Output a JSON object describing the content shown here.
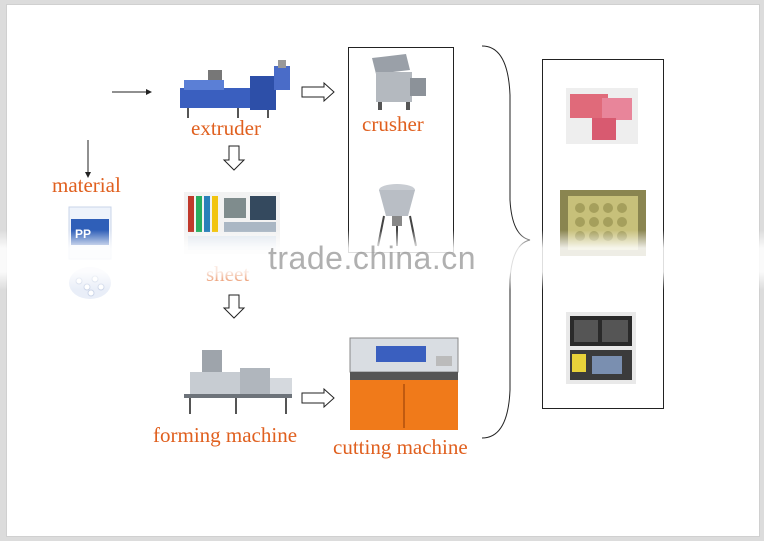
{
  "labels": {
    "material": "material",
    "extruder": "extruder",
    "crusher": "crusher",
    "sheet": "sheet",
    "forming": "forming machine",
    "cutting": "cutting machine"
  },
  "watermark": "trade.china.cn",
  "colors": {
    "label": "#e0601f",
    "machine_blue": "#3a5fbf",
    "cutter_orange": "#f07a1a"
  }
}
